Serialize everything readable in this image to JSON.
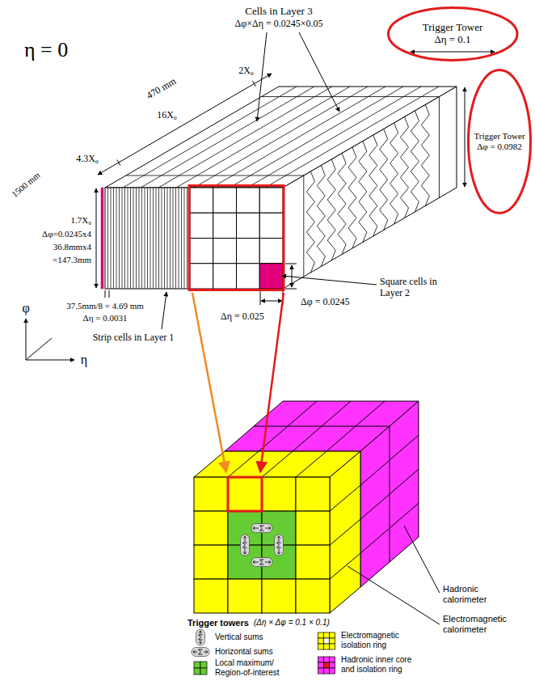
{
  "diagram": {
    "nodes": [
      {
        "text": [
          "Trigger Tower",
          "Δη = 0.1"
        ]
      },
      {
        "text": [
          "Trigger Tower",
          "Δφ = 0.0982"
        ]
      }
    ],
    "labels": [
      "η = 0",
      "Cells in Layer 3",
      "Δφ×Δη = 0.0245×0.05",
      "2X₀",
      "470 mm",
      "16X₀",
      "4.3X₀",
      "1500 mm",
      "1.7X₀",
      "Δφ=0.0245x4",
      "36.8mmx4",
      "=147.3mm",
      "Square cells in Layer 2",
      "Δφ = 0.0245",
      "Δη = 0.025",
      "37.5mm/8 = 4.69 mm",
      "Δη = 0.0031",
      "Strip cells in Layer 1",
      "φ",
      "η",
      "Hadronic calorimeter",
      "Electromagnetic calorimeter",
      "Trigger towers",
      "(Δη × Δφ = 0.1 × 0.1)"
    ],
    "legend": [
      {
        "text": "Vertical sums"
      },
      {
        "text": "Horizontal sums"
      },
      {
        "text": "Local maximum/ Region-of-interest",
        "color": "#66cc33"
      },
      {
        "text": "Electromagnetic isolation ring",
        "color": "#ffff00"
      },
      {
        "text": "Hadronic inner core and isolation ring",
        "color": "#ff33ff"
      }
    ]
  }
}
